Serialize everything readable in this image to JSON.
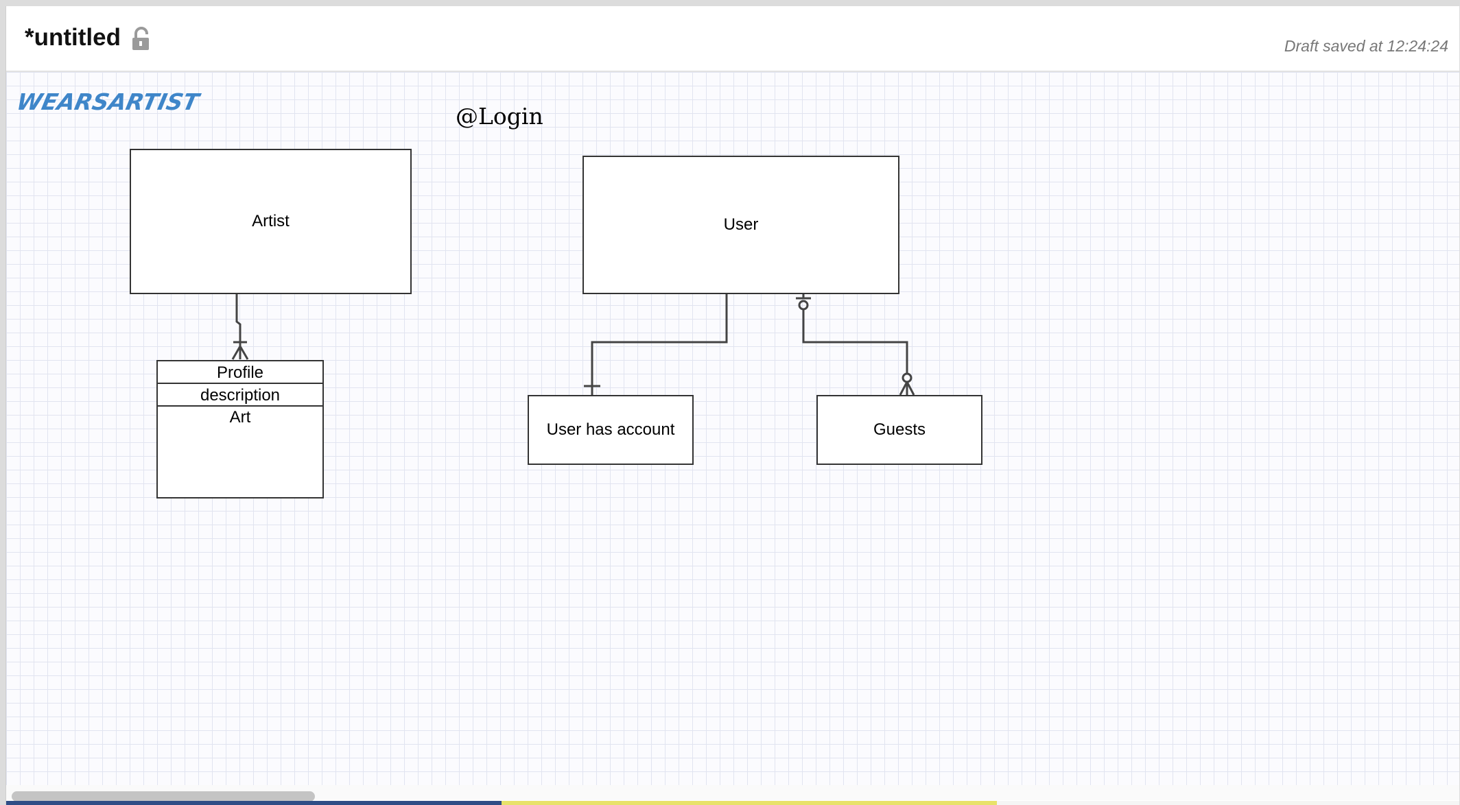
{
  "document": {
    "title": "*untitled",
    "draft_status": "Draft saved at 12:24:24"
  },
  "canvas": {
    "brand_logo": "WEARSARTIST",
    "login_label": "@Login",
    "entities": {
      "artist": "Artist",
      "user": "User",
      "user_has_account": "User has account",
      "guests": "Guests"
    },
    "profile_table": {
      "header": "Profile",
      "rows": [
        "description",
        "Art"
      ]
    }
  },
  "icons": {
    "lock": "unlocked-padlock-icon"
  },
  "colors": {
    "brand": "#3f86c9",
    "line": "#444444",
    "grid": "#e1e4f0",
    "progress_primary": "#2f4d86",
    "progress_secondary": "#e8e26a"
  }
}
